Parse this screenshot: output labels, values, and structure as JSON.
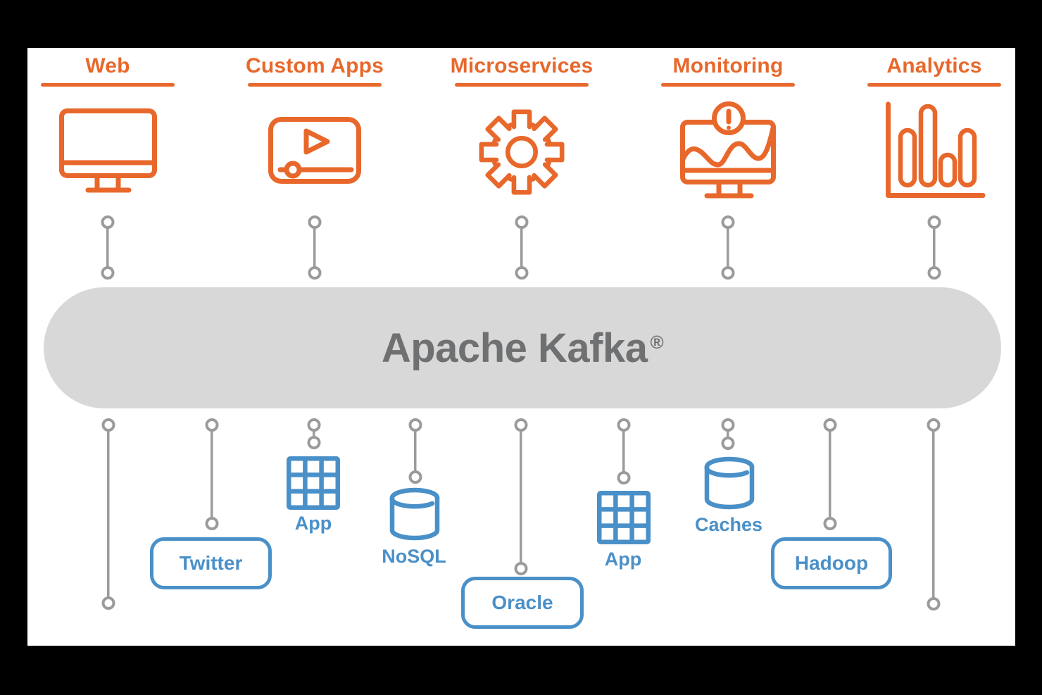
{
  "colors": {
    "surround": "#000000",
    "canvas": "#FFFFFF",
    "orange": "#E8682C",
    "blue": "#4A90C8",
    "connector_gray": "#9B9B9B",
    "pill_bg": "#D8D8D8",
    "pill_text": "#6F7072"
  },
  "kafka": {
    "name": "Apache Kafka",
    "trademark": "®"
  },
  "producers": [
    {
      "label": "Web",
      "icon": "desktop-monitor-icon"
    },
    {
      "label": "Custom Apps",
      "icon": "video-player-icon"
    },
    {
      "label": "Microservices",
      "icon": "gear-icon"
    },
    {
      "label": "Monitoring",
      "icon": "monitor-alert-icon"
    },
    {
      "label": "Analytics",
      "icon": "bar-chart-icon"
    }
  ],
  "consumers": [
    {
      "label": "Twitter",
      "kind": "box"
    },
    {
      "label": "App",
      "kind": "grid-icon"
    },
    {
      "label": "NoSQL",
      "kind": "database-icon"
    },
    {
      "label": "Oracle",
      "kind": "box"
    },
    {
      "label": "App",
      "kind": "grid-icon"
    },
    {
      "label": "Caches",
      "kind": "database-icon"
    },
    {
      "label": "Hadoop",
      "kind": "box"
    }
  ]
}
